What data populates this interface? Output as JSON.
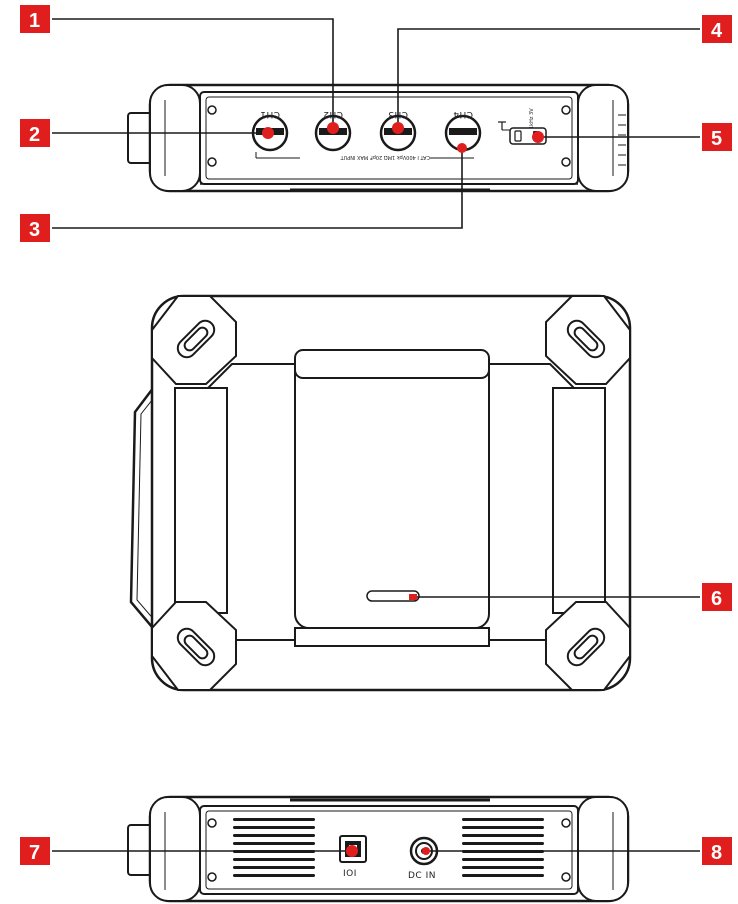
{
  "callouts": [
    {
      "number": "1",
      "target": "CH2 probe input"
    },
    {
      "number": "2",
      "target": "CH1 probe input"
    },
    {
      "number": "3",
      "target": "CH4 probe input"
    },
    {
      "number": "4",
      "target": "CH3 probe input"
    },
    {
      "number": "5",
      "target": "Probe compensation terminal"
    },
    {
      "number": "6",
      "target": "Status indicator"
    },
    {
      "number": "7",
      "target": "USB port"
    },
    {
      "number": "8",
      "target": "DC IN power jack"
    }
  ],
  "labels": {
    "ch1": "CH1",
    "ch2": "CH2",
    "ch3": "CH3",
    "ch4": "CH4",
    "top_strip": "CAT I 400Vpk  1MΩ 20pF  MAX INPUT",
    "usb": "IOI",
    "dc_in": "DC IN",
    "probe_comp": "1kHz 3V"
  },
  "colors": {
    "callout_red": "#e01e1e",
    "line_black": "#1a1a1a",
    "face_grey": "#f2f2f2"
  }
}
